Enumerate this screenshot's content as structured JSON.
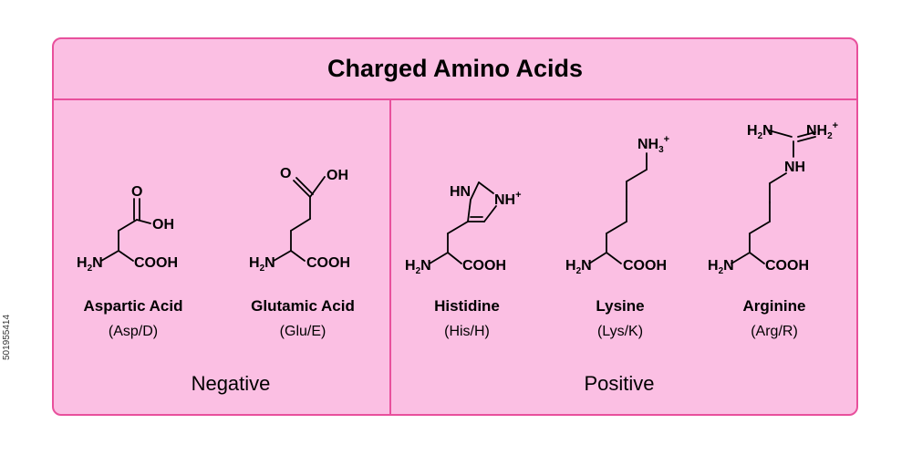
{
  "title": "Charged Amino Acids",
  "colors": {
    "panel_fill": "#fbbfe3",
    "border": "#e8509c",
    "text": "#000000"
  },
  "groups": {
    "negative": "Negative",
    "positive": "Positive"
  },
  "amino_acids": [
    {
      "name": "Aspartic Acid",
      "abbr": "(Asp/D)"
    },
    {
      "name": "Glutamic Acid",
      "abbr": "(Glu/E)"
    },
    {
      "name": "Histidine",
      "abbr": "(His/H)"
    },
    {
      "name": "Lysine",
      "abbr": "(Lys/K)"
    },
    {
      "name": "Arginine",
      "abbr": "(Arg/R)"
    }
  ],
  "structure_text": {
    "amine": "H",
    "amine_sub": "2",
    "amine_n": "N",
    "carboxyl": "COOH",
    "oxygen": "O",
    "hydroxyl": "OH",
    "ring_nh": "HN",
    "ring_nh_plus": "NH",
    "ammonium": "NH",
    "ammonium_sub": "3",
    "plus": "+",
    "guan_left": "H",
    "guan_n": "N",
    "guan_right": "NH",
    "guan_sub": "2",
    "imine": "NH"
  },
  "watermark": "501955414"
}
